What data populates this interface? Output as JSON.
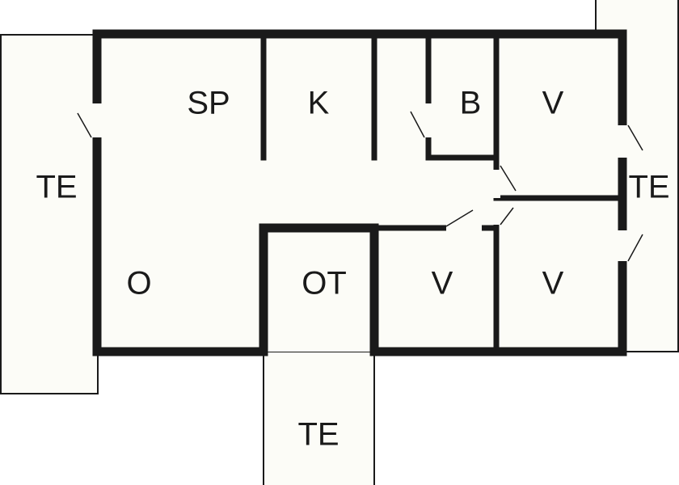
{
  "floorplan": {
    "colors": {
      "background": "#ffffff",
      "floor": "#fcfcf7",
      "wall": "#1a1a1a"
    },
    "rooms": [
      {
        "id": "sp",
        "label": "SP"
      },
      {
        "id": "k",
        "label": "K"
      },
      {
        "id": "b",
        "label": "B"
      },
      {
        "id": "v1",
        "label": "V"
      },
      {
        "id": "o",
        "label": "O"
      },
      {
        "id": "ot",
        "label": "OT"
      },
      {
        "id": "v2",
        "label": "V"
      },
      {
        "id": "v3",
        "label": "V"
      }
    ],
    "terraces": [
      {
        "id": "te-left",
        "label": "TE"
      },
      {
        "id": "te-right",
        "label": "TE"
      },
      {
        "id": "te-bottom",
        "label": "TE"
      }
    ]
  }
}
